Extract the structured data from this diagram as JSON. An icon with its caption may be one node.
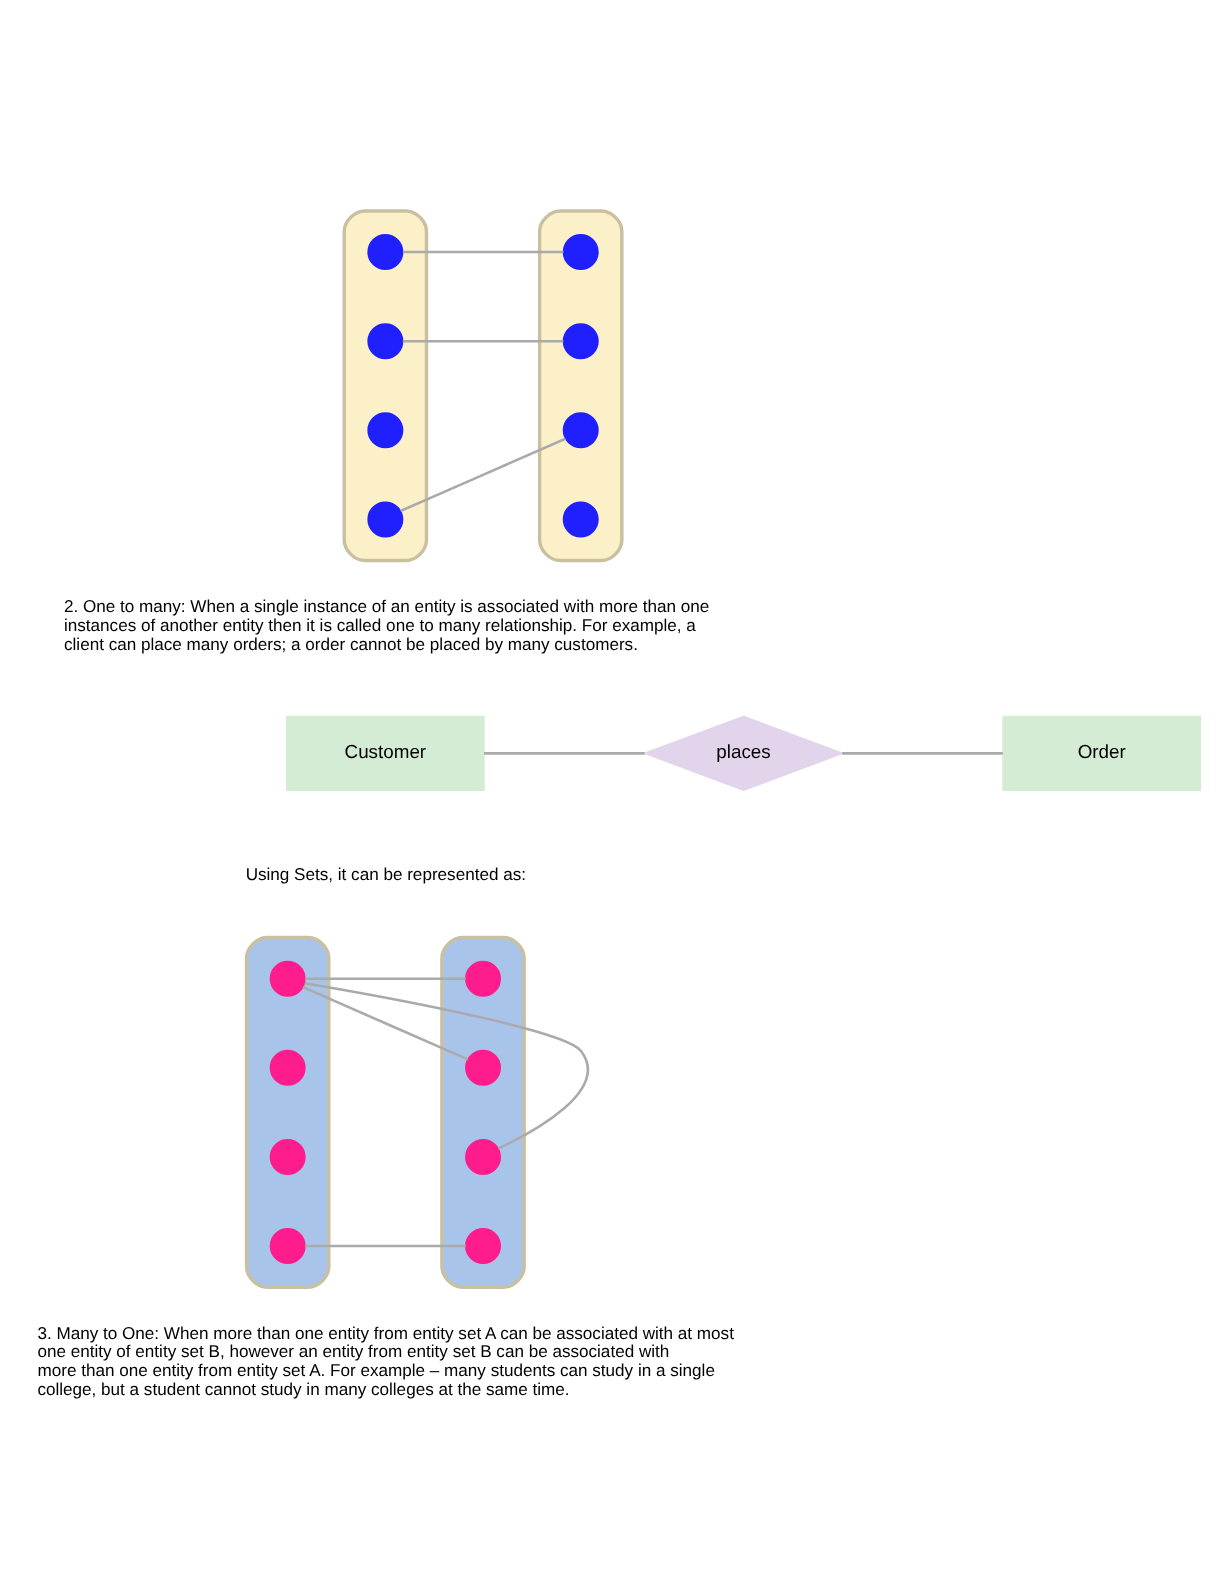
{
  "diagram": {
    "nodes": [
      {
        "text": [],
        "shape": "ellipse"
      },
      {
        "text": [],
        "shape": "ellipse"
      },
      {
        "text": [],
        "shape": "circle",
        "in": 0
      },
      {
        "text": [],
        "shape": "circle",
        "in": 0
      },
      {
        "text": [],
        "shape": "circle",
        "in": 0
      },
      {
        "text": [],
        "shape": "circle",
        "in": 0
      },
      {
        "text": [],
        "shape": "circle",
        "in": 1
      },
      {
        "text": [],
        "shape": "circle",
        "in": 1
      },
      {
        "text": [],
        "shape": "circle",
        "in": 1
      },
      {
        "text": [],
        "shape": "circle",
        "in": 1
      },
      {
        "text": [
          "Customer"
        ]
      },
      {
        "text": [
          "places"
        ]
      },
      {
        "text": [
          "Order"
        ]
      },
      {
        "text": [],
        "shape": "ellipse"
      },
      {
        "text": [],
        "shape": "ellipse"
      },
      {
        "text": [],
        "shape": "circle",
        "in": 13
      },
      {
        "text": [],
        "shape": "circle",
        "in": 13
      },
      {
        "text": [],
        "shape": "circle",
        "in": 13
      },
      {
        "text": [],
        "shape": "circle",
        "in": 13
      },
      {
        "text": [],
        "shape": "circle",
        "in": 14
      },
      {
        "text": [],
        "shape": "circle",
        "in": 14
      },
      {
        "text": [],
        "shape": "circle",
        "in": 14
      },
      {
        "text": [],
        "shape": "circle",
        "in": 14
      }
    ],
    "edges": [
      {
        "from": 2,
        "to": 6,
        "arrow": "none"
      },
      {
        "from": 3,
        "to": 7,
        "arrow": "none"
      },
      {
        "from": 5,
        "to": 8,
        "arrow": "none"
      },
      {
        "from": 10,
        "to": 11,
        "arrow": "none"
      },
      {
        "from": 11,
        "to": 12,
        "arrow": "none"
      },
      {
        "from": 15,
        "to": 19,
        "arrow": "none"
      },
      {
        "from": 15,
        "to": 20,
        "arrow": "none"
      },
      {
        "from": 15,
        "to": 21,
        "arrow": "none"
      },
      {
        "from": 18,
        "to": 22,
        "arrow": "none"
      }
    ],
    "labels": [
      "2. One to many: When a single instance of an entity is associated with more than one instances of another entity then it is called one to many relationship. For example, a client can place many orders; a order cannot be placed by many customers.",
      "Using Sets, it can be represented as:",
      "3. Many to One: When more than one entity from entity set A can be associated with at most one entity of entity set B, however an entity from entity set B can be associated with more than one entity from entity set A. For example – many students can study in a single college, but a student cannot study in many colleges at the same time."
    ]
  }
}
